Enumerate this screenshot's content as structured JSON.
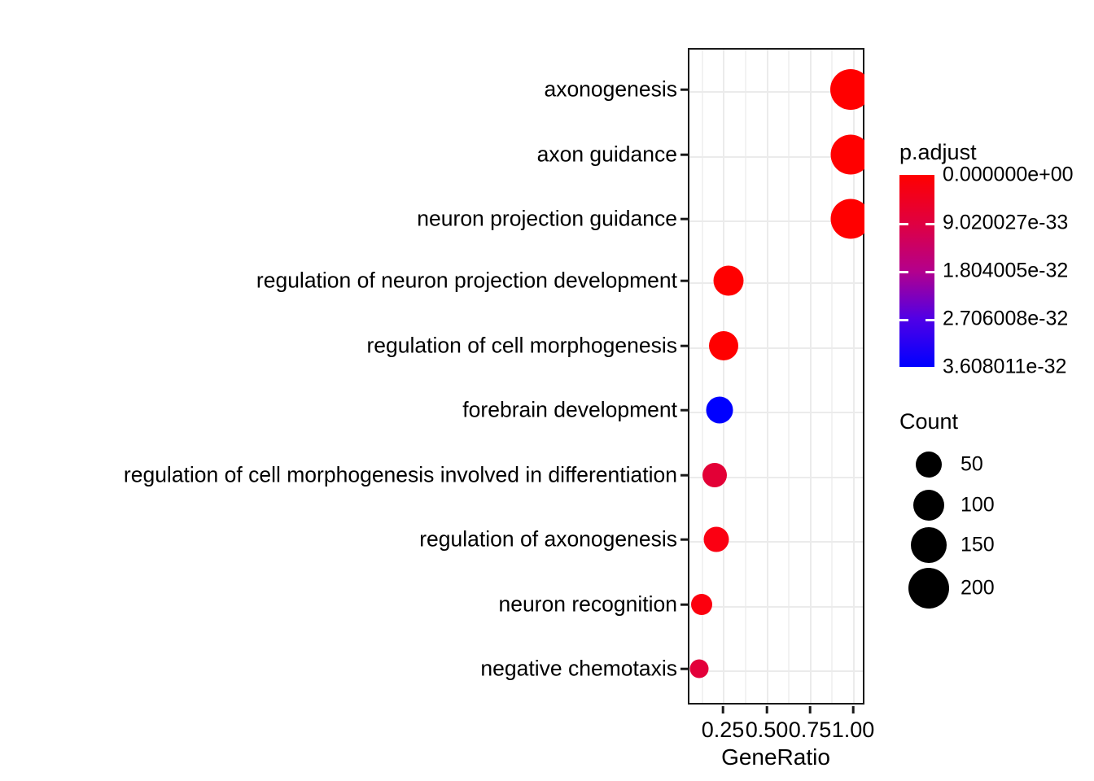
{
  "chart_data": {
    "type": "scatter",
    "plot_kind": "go-enrichment-dotplot",
    "title": "",
    "xlabel": "GeneRatio",
    "ylabel": "",
    "xlim": [
      0.0,
      1.05
    ],
    "xticks": [
      0.25,
      0.5,
      0.75,
      1.0
    ],
    "xticklabels": [
      "0.25",
      "0.50",
      "0.75",
      "1.00"
    ],
    "grid": true,
    "legend_position": "right",
    "categories": [
      "axonogenesis",
      "axon guidance",
      "neuron projection guidance",
      "regulation of neuron projection development",
      "regulation of cell morphogenesis",
      "forebrain development",
      "regulation of cell morphogenesis involved in differentiation",
      "regulation of axonogenesis",
      "neuron recognition",
      "negative chemotaxis"
    ],
    "points": [
      {
        "term": "axonogenesis",
        "gene_ratio": 1.0,
        "count": 205,
        "p_adjust": 0.0
      },
      {
        "term": "axon guidance",
        "gene_ratio": 1.0,
        "count": 198,
        "p_adjust": 0.0
      },
      {
        "term": "neuron projection guidance",
        "gene_ratio": 1.0,
        "count": 198,
        "p_adjust": 0.0
      },
      {
        "term": "regulation of neuron projection development",
        "gene_ratio": 0.245,
        "count": 110,
        "p_adjust": 1.5e-33
      },
      {
        "term": "regulation of cell morphogenesis",
        "gene_ratio": 0.24,
        "count": 105,
        "p_adjust": 1.5e-33
      },
      {
        "term": "forebrain development",
        "gene_ratio": 0.222,
        "count": 88,
        "p_adjust": 3.608011e-32
      },
      {
        "term": "regulation of cell morphogenesis involved in differentiation",
        "gene_ratio": 0.175,
        "count": 72,
        "p_adjust": 7e-33
      },
      {
        "term": "regulation of axonogenesis",
        "gene_ratio": 0.185,
        "count": 78,
        "p_adjust": 2e-33
      },
      {
        "term": "neuron recognition",
        "gene_ratio": 0.1,
        "count": 45,
        "p_adjust": 2.5e-33
      },
      {
        "term": "negative chemotaxis",
        "gene_ratio": 0.09,
        "count": 35,
        "p_adjust": 7.5e-33
      }
    ],
    "color_legend": {
      "title": "p.adjust",
      "labels": [
        "0.000000e+00",
        "9.020027e-33",
        "1.804005e-32",
        "2.706008e-32",
        "3.608011e-32"
      ],
      "values": [
        0.0,
        9.020027e-33,
        1.804005e-32,
        2.706008e-32,
        3.608011e-32
      ],
      "low_color": "#ff0000",
      "high_color": "#0000ff"
    },
    "size_legend": {
      "title": "Count",
      "labels": [
        "50",
        "100",
        "150",
        "200"
      ],
      "values": [
        50,
        100,
        150,
        200
      ],
      "color": "#000000"
    }
  },
  "axis": {
    "x_title": "GeneRatio",
    "x_tick_labels": [
      "0.25",
      "0.50",
      "0.75",
      "1.00"
    ]
  },
  "color_legend_title": "p.adjust",
  "size_legend_title": "Count"
}
